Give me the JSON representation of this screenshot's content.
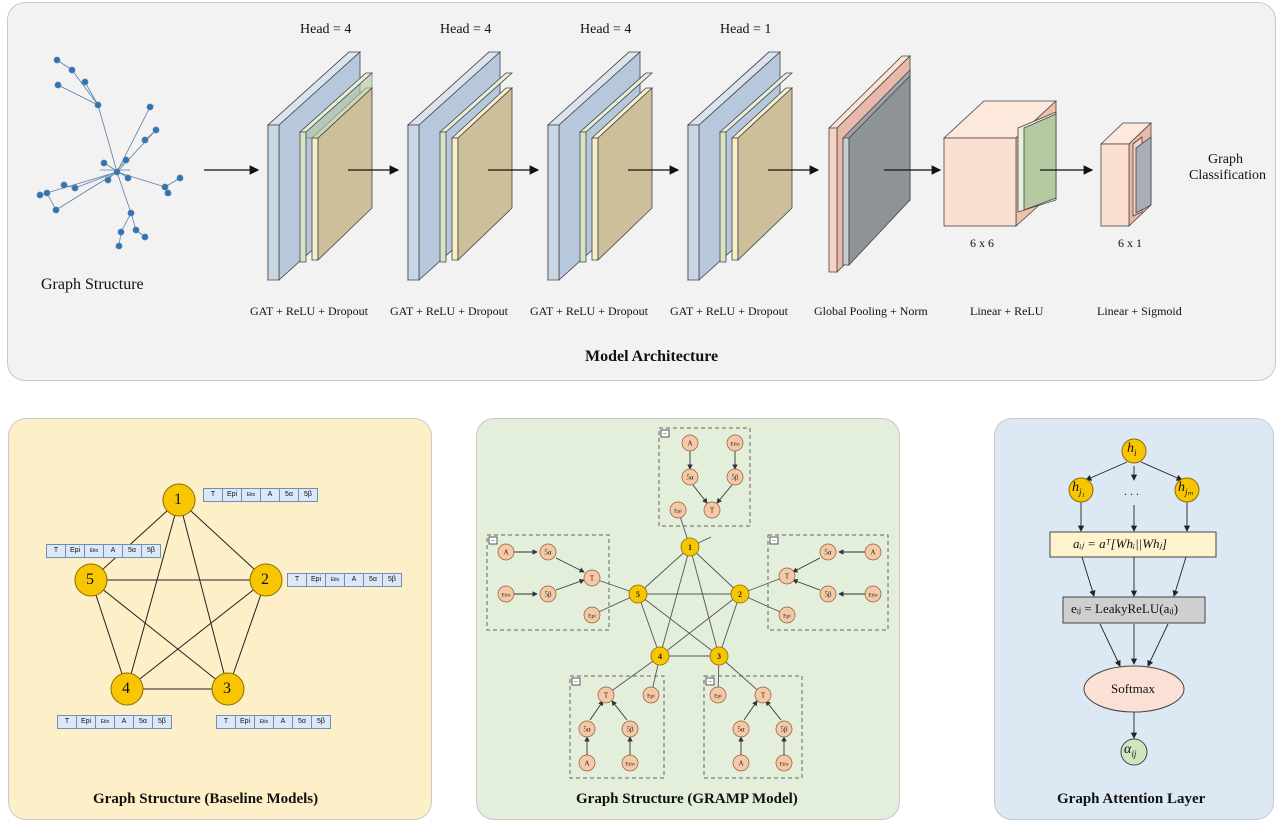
{
  "architecture": {
    "title": "Model Architecture",
    "graph_structure_label": "Graph Structure",
    "output_label_line1": "Graph",
    "output_label_line2": "Classification",
    "gat_blocks": [
      {
        "head": "Head = 4",
        "label": "GAT + ReLU + Dropout"
      },
      {
        "head": "Head = 4",
        "label": "GAT + ReLU + Dropout"
      },
      {
        "head": "Head = 4",
        "label": "GAT + ReLU + Dropout"
      },
      {
        "head": "Head = 1",
        "label": "GAT + ReLU + Dropout"
      }
    ],
    "pooling_label": "Global Pooling + Norm",
    "linear_relu": {
      "dims": "6 x 6",
      "label": "Linear + ReLU"
    },
    "linear_sigmoid": {
      "dims": "6 x 1",
      "label": "Linear + Sigmoid"
    }
  },
  "baseline": {
    "title": "Graph Structure (Baseline Models)",
    "nodes": [
      "1",
      "2",
      "3",
      "4",
      "5"
    ],
    "feature_cells": [
      "T",
      "Epi",
      "Etio",
      "A",
      "5α",
      "5β"
    ]
  },
  "gramp": {
    "title": "Graph Structure (GRAMP Model)",
    "nodes": [
      "1",
      "2",
      "3",
      "4",
      "5"
    ],
    "collapse_symbol": "−",
    "subgraph_labels": {
      "T": "T",
      "Epi": "Epi",
      "Etio": "Etio",
      "A": "A",
      "5a": "5α",
      "5b": "5β"
    }
  },
  "attention": {
    "title": "Graph Attention Layer",
    "h_i": "h",
    "h_i_sub": "i",
    "h_j1": "h",
    "h_j1_sub": "j₁",
    "h_jm": "h",
    "h_jm_sub": "jₘ",
    "dots": ". . .",
    "a_formula": "aᵢⱼ = aᵀ[Whᵢ||Whⱼ]",
    "e_formula": "eᵢⱼ = LeakyReLU(aᵢⱼ)",
    "softmax": "Softmax",
    "alpha": "α",
    "alpha_sub": "ij"
  },
  "colors": {
    "top_panel_bg": "#f2f2f2",
    "baseline_bg": "#fdf0c8",
    "gramp_bg": "#e3eedb",
    "attention_bg": "#dde8f5",
    "node_yellow": "#f7c600",
    "node_peach": "#f6c9a6",
    "slab_blue": "#b8c8dc",
    "slab_green": "#d6e4c4",
    "slab_tan": "#cdbf9a",
    "slab_pink": "#f7d2c2",
    "slab_dark": "#9fa4a8"
  }
}
